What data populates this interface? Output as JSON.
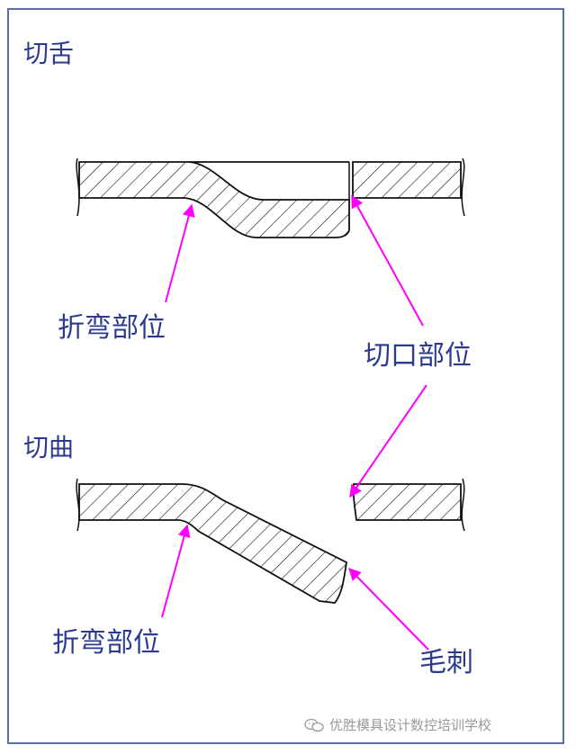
{
  "labels": {
    "cut_tongue": "切舌",
    "cut_bend": "切曲",
    "bend_area_top": "折弯部位",
    "cut_area": "切口部位",
    "bend_area_bottom": "折弯部位",
    "burr": "毛刺"
  },
  "watermark": {
    "text": "优胜模具设计数控培训学校",
    "icon": "wechat-icon"
  },
  "colors": {
    "border": "#5b6fa8",
    "label": "#2b3a8f",
    "arrow": "#ff00ff",
    "stroke": "#111111"
  }
}
